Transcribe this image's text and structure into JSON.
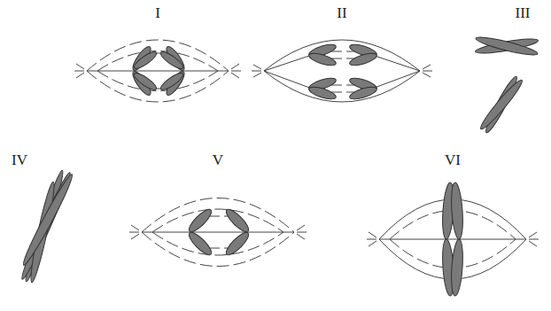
{
  "diagram": {
    "labels": [
      "I",
      "II",
      "III",
      "IV",
      "V",
      "VI"
    ]
  }
}
